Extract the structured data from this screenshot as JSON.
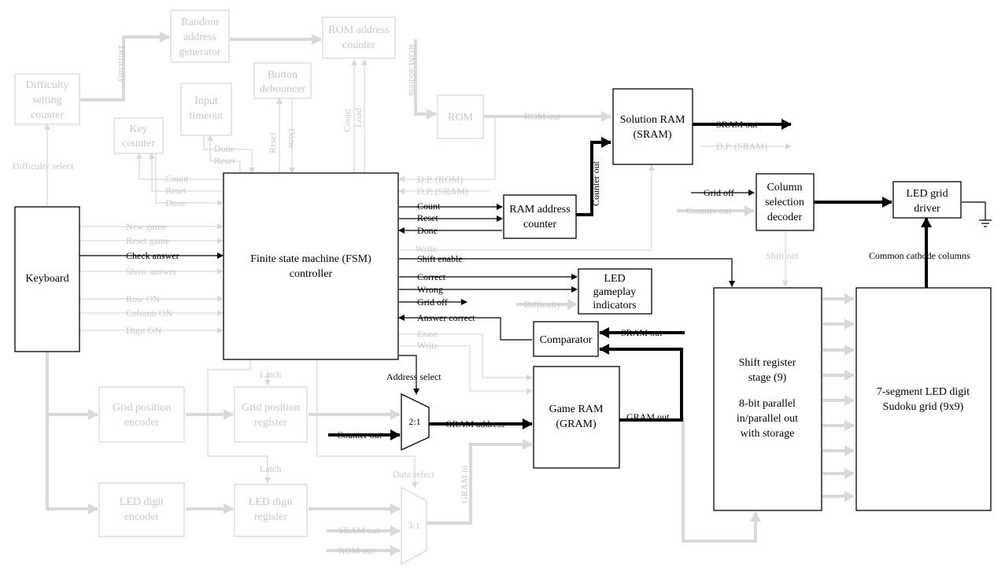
{
  "blocks": {
    "difficulty_setting": [
      "Difficulty",
      "setting",
      "counter"
    ],
    "random_addr_gen": [
      "Random",
      "address",
      "generator"
    ],
    "rom_addr_counter": [
      "ROM address",
      "counter"
    ],
    "key_counter": [
      "Key",
      "counter"
    ],
    "input_timeout": [
      "Input",
      "timeout"
    ],
    "button_debouncer": [
      "Button",
      "debouncer"
    ],
    "rom": "ROM",
    "solution_ram": [
      "Solution RAM",
      "(SRAM)"
    ],
    "keyboard": "Keyboard",
    "fsm": [
      "Finite state machine (FSM)",
      "controller"
    ],
    "ram_addr_counter": [
      "RAM address",
      "counter"
    ],
    "column_decoder": [
      "Column",
      "selection",
      "decoder"
    ],
    "led_grid_driver": [
      "LED grid",
      "driver"
    ],
    "led_gameplay": [
      "LED",
      "gameplay",
      "indicators"
    ],
    "comparator": "Comparator",
    "game_ram": [
      "Game RAM",
      "(GRAM)"
    ],
    "shift_register": [
      "Shift register",
      "stage (9)",
      "",
      "8-bit parallel",
      "in/parallel out",
      "with storage"
    ],
    "led_grid": [
      "7-segment LED digit",
      "Sudoku grid (9x9)"
    ],
    "grid_pos_encoder": [
      "Grid position",
      "encoder"
    ],
    "grid_pos_register": [
      "Grid position",
      "register"
    ],
    "led_digit_encoder": [
      "LED digit",
      "encoder"
    ],
    "led_digit_register": [
      "LED digit",
      "register"
    ],
    "mux21": "2:1",
    "mux31": "3:1"
  },
  "signals": {
    "difficulty_top": "Difficulty",
    "rom_address": "ROM address",
    "rom_out": "ROM out",
    "sram_out_main": "SRAM out",
    "dp_sram_right": "D.P. (SRAM)",
    "difficulty_select": "Difficulty select",
    "count_rom": "Count",
    "load_rom": "Load",
    "reset_deb": "Reset",
    "done_deb": "Done",
    "done_to": "Done",
    "reset_to": "Reset",
    "count_key": "Count",
    "reset_key": "Reset",
    "done_key": "Done",
    "dp_rom": "D.P. (ROM)",
    "dp_sram": "D.P. (SRAM)",
    "new_game": "New game",
    "reset_game": "Reset game",
    "check_answer": "Check answer",
    "show_answer": "Show answer",
    "row_on": "Row ON",
    "column_on": "Column ON",
    "digit_on": "Digit ON",
    "count_ram": "Count",
    "reset_ram": "Reset",
    "done_ram": "Done",
    "counter_out_top": "Counter out",
    "write_top": "Write",
    "shift_enable": "Shift enable",
    "correct": "Correct",
    "wrong": "Wrong",
    "grid_off": "Grid off",
    "difficulty_led": "Difficulty",
    "answer_correct": "Answer correct",
    "erase": "Erase",
    "write": "Write",
    "sram_out_cmp": "SRAM out",
    "grid_off_col": "Grid off",
    "counter_out_col": "Counter out",
    "shift_out": "Shift out",
    "common_cathode": "Common cathode columns",
    "latch1": "Latch",
    "latch2": "Latch",
    "address_select": "Address select",
    "counter_out_mux": "Counter out",
    "gram_address": "GRAM address",
    "gram_out": "GRAM out",
    "data_select": "Data select",
    "gram_in": "GRAM in",
    "sram_out_mux": "SRAM out",
    "rom_out_mux": "ROM out"
  }
}
